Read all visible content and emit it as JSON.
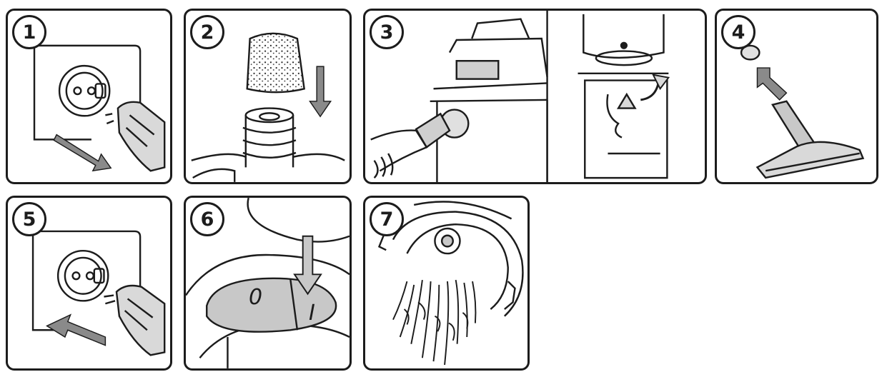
{
  "steps": [
    {
      "number": "1",
      "icon": "unplug-from-socket-icon"
    },
    {
      "number": "2",
      "icon": "insert-foam-filter-icon"
    },
    {
      "number": "3",
      "icon": "attach-hose-to-vacuum-icon"
    },
    {
      "number": "4",
      "icon": "fit-floor-nozzle-icon"
    },
    {
      "number": "5",
      "icon": "plug-into-socket-icon"
    },
    {
      "number": "6",
      "icon": "switch-on-icon"
    },
    {
      "number": "7",
      "icon": "empty-tank-icon"
    }
  ],
  "switch": {
    "off_label": "0",
    "on_label": "I"
  },
  "colors": {
    "line": "#1c1c1c",
    "arrow_fill": "#8a8a8a",
    "light_fill": "#c8c8c8",
    "background": "#ffffff"
  }
}
